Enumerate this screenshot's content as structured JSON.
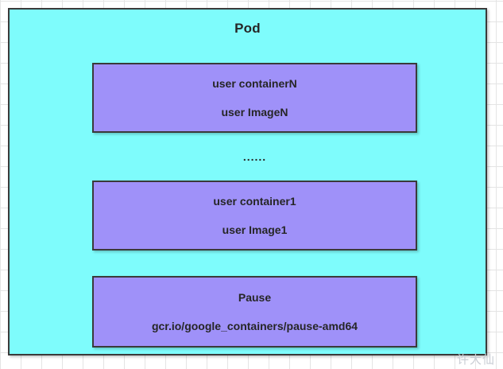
{
  "diagram": {
    "title": "Pod",
    "background_color": "#7efcfc",
    "box_color": "#9f91f9",
    "border_color": "#3a3a3a",
    "text_color": "#262626",
    "canvas_color": "#ffffff",
    "grid_color": "#e4e4e4"
  },
  "boxes": [
    {
      "id": "containerN",
      "name": "user containerN",
      "image": "user ImageN"
    },
    {
      "id": "container1",
      "name": "user container1",
      "image": "user Image1"
    },
    {
      "id": "pause",
      "name": "Pause",
      "image": "gcr.io/google_containers/pause-amd64"
    }
  ],
  "ellipsis": "......",
  "watermark": "许大仙"
}
